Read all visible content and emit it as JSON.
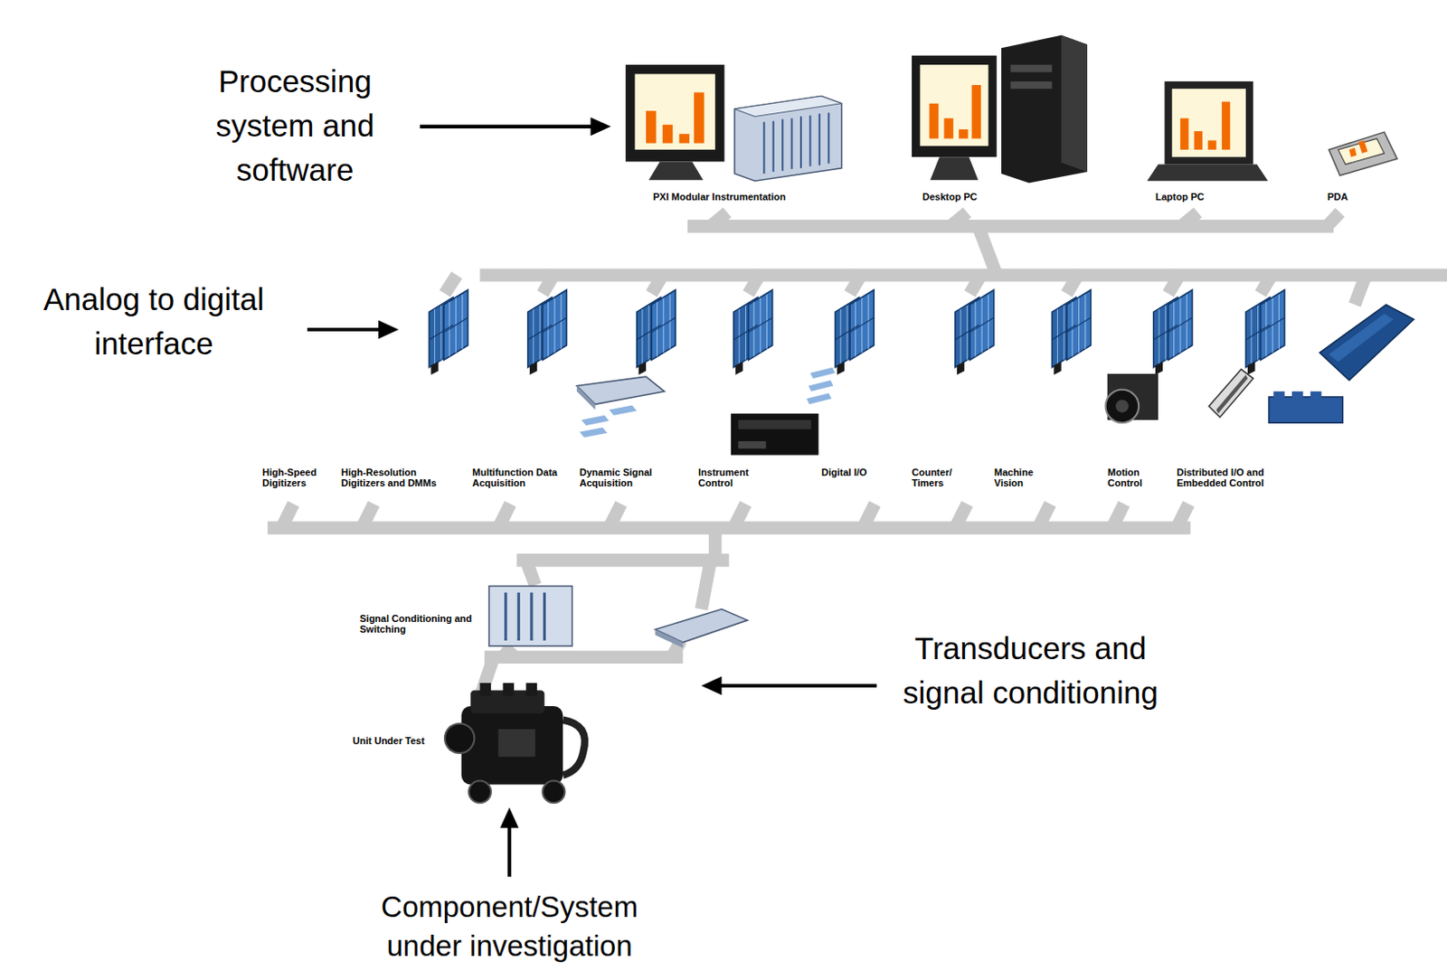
{
  "diagram": {
    "labels": [
      "Processing system and software",
      "PXI Modular Instrumentation",
      "Desktop PC",
      "Laptop PC",
      "PDA",
      "Analog to digital interface",
      "High-Speed Digitizers",
      "High-Resolution Digitizers and DMMs",
      "Multifunction Data Acquisition",
      "Dynamic Signal Acquisition",
      "Instrument Control",
      "Digital I/O",
      "Counter/ Timers",
      "Machine Vision",
      "Motion Control",
      "Distributed I/O and Embedded Control",
      "Signal Conditioning and Switching",
      "Transducers and signal conditioning",
      "Unit Under Test",
      "Component/System under investigation"
    ]
  }
}
